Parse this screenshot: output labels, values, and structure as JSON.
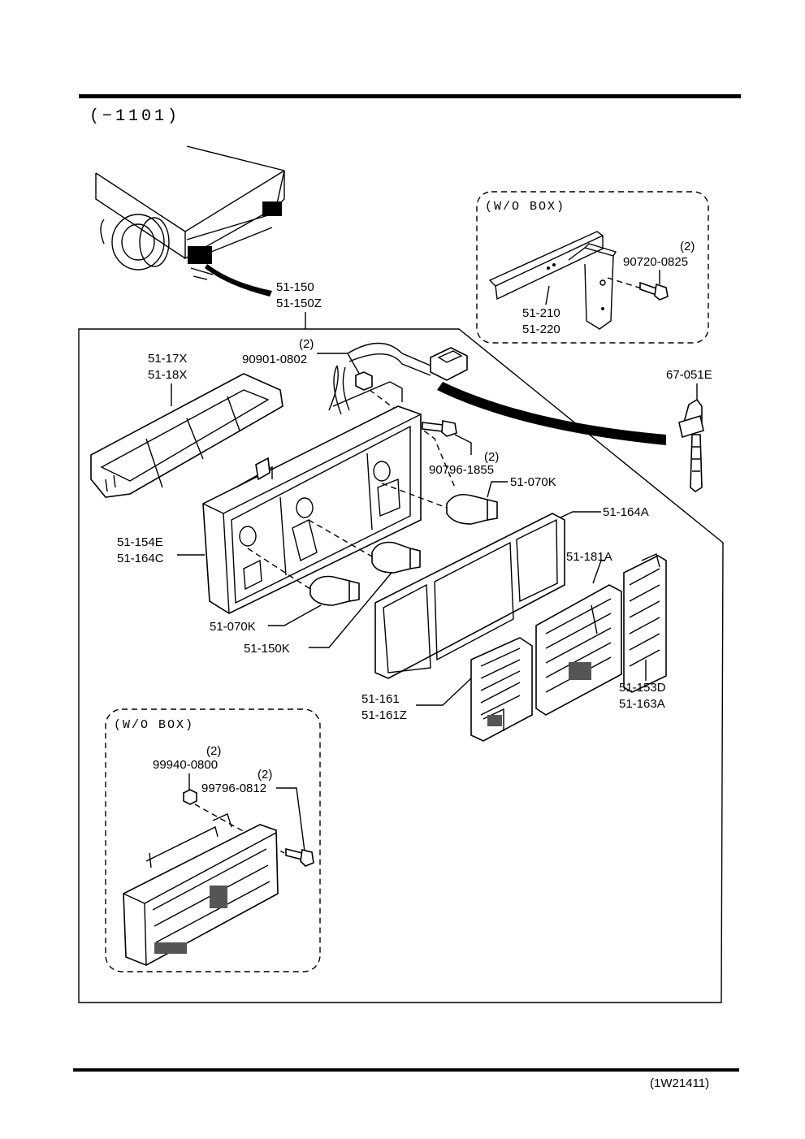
{
  "header": {
    "range": "(−1101)"
  },
  "footer": {
    "code": "(1W21411)"
  },
  "boxes": {
    "wo_box_upper": "(W/O BOX)",
    "wo_box_lower": "(W/O BOX)"
  },
  "parts": {
    "p51_150": "51-150",
    "p51_150z": "51-150Z",
    "p51_210": "51-210",
    "p51_220": "51-220",
    "p90720_q": "(2)",
    "p90720": "90720-0825",
    "p67_051e": "67-051E",
    "p51_17x": "51-17X",
    "p51_18x": "51-18X",
    "p90901_q": "(2)",
    "p90901": "90901-0802",
    "p90796_q": "(2)",
    "p90796": "90796-1855",
    "p51_070k_a": "51-070K",
    "p51_164a": "51-164A",
    "p51_181a": "51-181A",
    "p51_154e": "51-154E",
    "p51_164c": "51-164C",
    "p51_070k_b": "51-070K",
    "p51_150k": "51-150K",
    "p51_161": "51-161",
    "p51_161z": "51-161Z",
    "p51_153d": "51-153D",
    "p51_163a": "51-163A",
    "p99940_q": "(2)",
    "p99940": "99940-0800",
    "p99796_q": "(2)",
    "p99796": "99796-0812"
  }
}
